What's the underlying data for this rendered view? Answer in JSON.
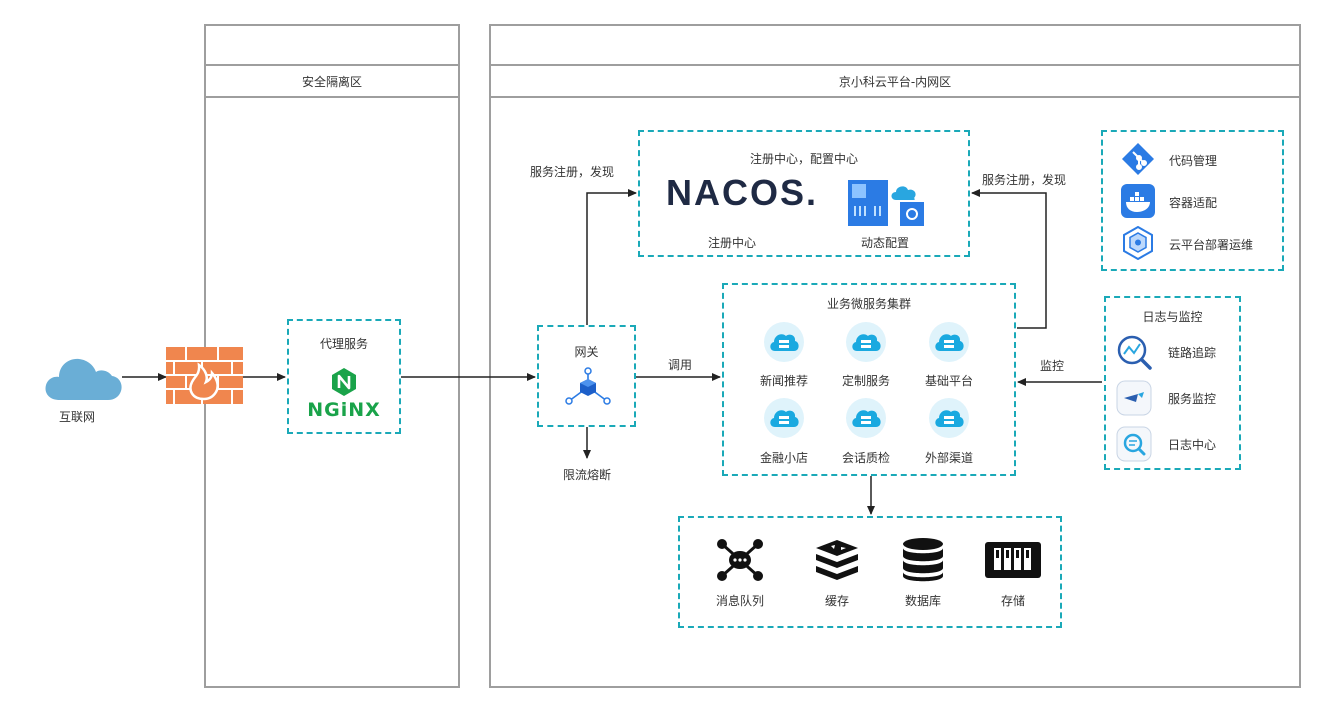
{
  "internet": {
    "label": "互联网",
    "icon": "cloud-icon"
  },
  "firewall": {
    "icon": "firewall-icon"
  },
  "dmz": {
    "title": "安全隔离区",
    "proxy": {
      "title": "代理服务",
      "logo_text": "NGiNX"
    }
  },
  "intranet": {
    "title": "京小科云平台-内网区",
    "gateway": {
      "title": "网关",
      "below_label": "限流熔断"
    },
    "edge_labels": {
      "register_left": "服务注册，发现",
      "register_right": "服务注册，发现",
      "call": "调用",
      "monitor": "监控"
    },
    "registry": {
      "title": "注册中心，配置中心",
      "logo_text": "NACOS.",
      "left_label": "注册中心",
      "right_label": "动态配置"
    },
    "devops": {
      "items": [
        {
          "label": "代码管理",
          "icon": "git-icon"
        },
        {
          "label": "容器适配",
          "icon": "docker-icon"
        },
        {
          "label": "云平台部署运维",
          "icon": "kubernetes-icon"
        }
      ]
    },
    "cluster": {
      "title": "业务微服务集群",
      "services": [
        {
          "label": "新闻推荐"
        },
        {
          "label": "定制服务"
        },
        {
          "label": "基础平台"
        },
        {
          "label": "金融小店"
        },
        {
          "label": "会话质检"
        },
        {
          "label": "外部渠道"
        }
      ]
    },
    "monitoring": {
      "title": "日志与监控",
      "items": [
        {
          "label": "链路追踪",
          "icon": "trace-icon"
        },
        {
          "label": "服务监控",
          "icon": "sentinel-icon"
        },
        {
          "label": "日志中心",
          "icon": "log-search-icon"
        }
      ]
    },
    "infra": {
      "items": [
        {
          "label": "消息队列",
          "icon": "message-queue-icon"
        },
        {
          "label": "缓存",
          "icon": "redis-icon"
        },
        {
          "label": "数据库",
          "icon": "database-icon"
        },
        {
          "label": "存储",
          "icon": "storage-icon"
        }
      ]
    }
  },
  "colors": {
    "dashed_border": "#1aa9b8",
    "zone_border": "#9e9e9e",
    "accent_blue": "#2b7be4",
    "cloud_blue": "#6aaed6",
    "brick": "#f0864e"
  }
}
